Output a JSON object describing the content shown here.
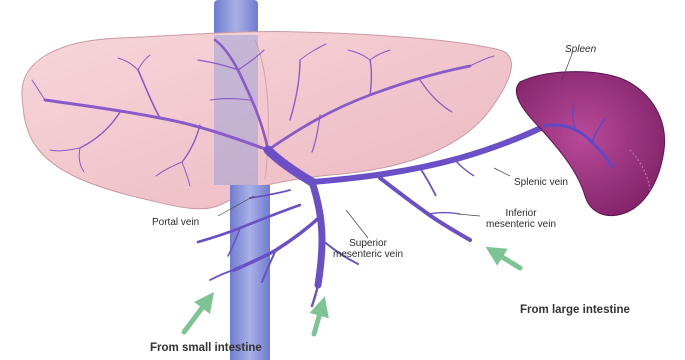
{
  "labels": {
    "spleen": "Spleen",
    "splenic_vein": "Splenic vein",
    "inferior_mesenteric_line1": "Inferior",
    "inferior_mesenteric_line2": "mesenteric vein",
    "superior_mesenteric_line1": "Superior",
    "superior_mesenteric_line2": "mesenteric vein",
    "portal_vein": "Portal vein",
    "from_large_intestine": "From large intestine",
    "from_small_intestine": "From small intestine"
  },
  "colors": {
    "liver": "#f3c9cf",
    "vein": "#6b4fc7",
    "ivc": "#8e98d8",
    "spleen": "#9b2d7e",
    "arrow": "#7cc592"
  }
}
